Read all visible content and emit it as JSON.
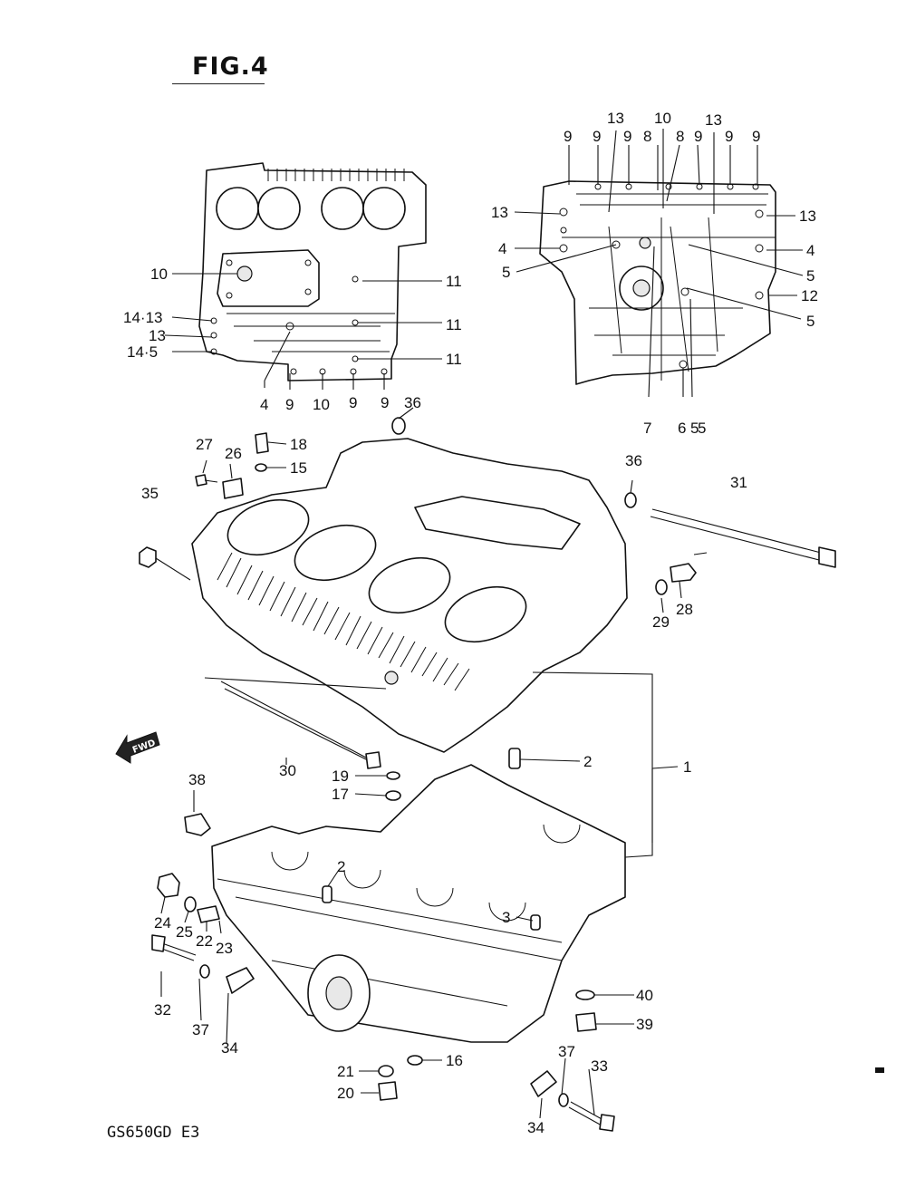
{
  "figure": {
    "title": "FIG.4",
    "model": "GS650GD E3"
  },
  "callouts": {
    "upper_left_view": [
      "10",
      "11",
      "11",
      "11",
      "14·13",
      "13",
      "14·5",
      "4",
      "9",
      "10",
      "9",
      "9"
    ],
    "upper_right_view": [
      "13",
      "10",
      "13",
      "9",
      "9",
      "9",
      "8",
      "8",
      "9",
      "9",
      "9",
      "13",
      "13",
      "4",
      "4",
      "5",
      "5",
      "12",
      "5",
      "5",
      "7",
      "6",
      "5"
    ],
    "main_view": [
      "36",
      "27",
      "26",
      "18",
      "15",
      "35",
      "36",
      "31",
      "28",
      "29",
      "30",
      "2",
      "1",
      "38",
      "19",
      "17",
      "2",
      "24",
      "25",
      "22",
      "23",
      "3",
      "32",
      "37",
      "34",
      "40",
      "39",
      "16",
      "21",
      "20",
      "37",
      "33",
      "34"
    ]
  },
  "icons": {
    "forward_arrow": "fwd-arrow-icon",
    "forward_text": "FWD"
  }
}
